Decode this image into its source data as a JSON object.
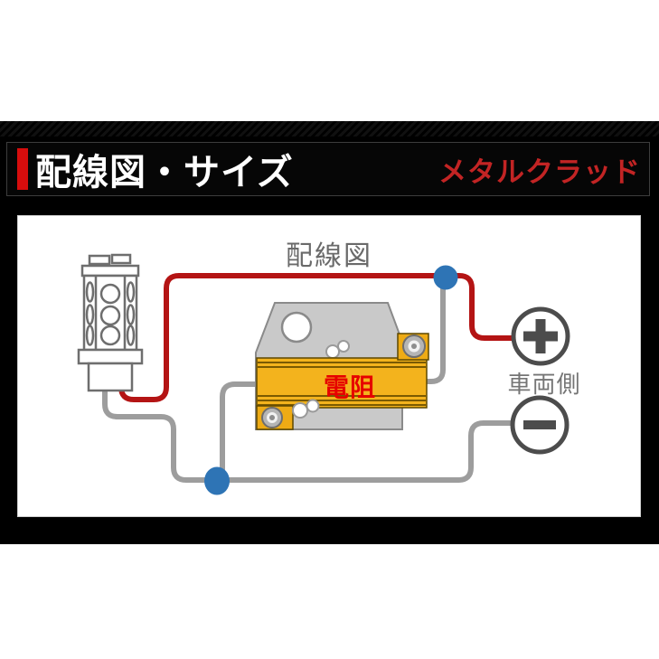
{
  "header": {
    "title": "配線図・サイズ",
    "subtitle": "メタルクラッド"
  },
  "diagram": {
    "title": "配線図",
    "resistor_label": "電阻",
    "vehicle_side_label": "車両側",
    "plus_symbol": "+",
    "minus_symbol": "−"
  },
  "icons": {
    "led_bulb": "led-bulb-icon",
    "metal_clad_resistor": "resistor-icon",
    "plus_terminal": "plus-terminal-icon",
    "minus_terminal": "minus-terminal-icon",
    "wire_junction": "junction-dot"
  },
  "colors": {
    "band_background": "#000000",
    "accent_red": "#d60d0d",
    "subtitle_red": "#c22424",
    "wire_red": "#b41414",
    "wire_gray": "#9d9d9d",
    "junction_blue": "#2e74b5",
    "resistor_gold": "#f3b31d",
    "resistor_plate": "#c9c9c9",
    "terminal_ring": "#4c4c4c",
    "resistor_label_red": "#e60000",
    "diagram_text_gray": "#6a6a6a"
  }
}
